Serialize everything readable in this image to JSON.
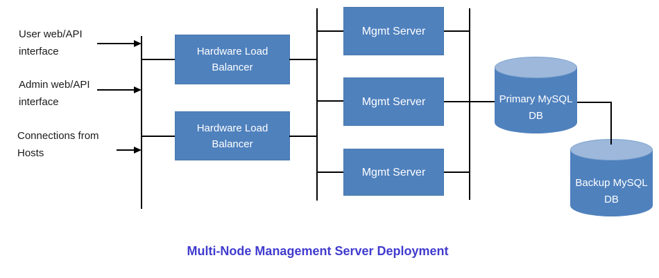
{
  "title": {
    "text": "Multi-Node Management Server Deployment",
    "color": "#403bce"
  },
  "inputs": [
    {
      "label": "User web/API interface"
    },
    {
      "label": "Admin web/API interface"
    },
    {
      "label": "Connections from Hosts"
    }
  ],
  "load_balancers": [
    {
      "label": "Hardware Load Balancer"
    },
    {
      "label": "Hardware Load Balancer"
    }
  ],
  "mgmt_servers": [
    {
      "label": "Mgmt Server"
    },
    {
      "label": "Mgmt Server"
    },
    {
      "label": "Mgmt Server"
    }
  ],
  "databases": [
    {
      "label": "Primary MySQL DB"
    },
    {
      "label": "Backup MySQL DB"
    }
  ],
  "colors": {
    "shape_fill": "#4f81bd",
    "cylinder_top_fill": "#9db8db",
    "line": "#000000",
    "label_text": "#1a1a1a",
    "shape_text": "#ffffff"
  }
}
